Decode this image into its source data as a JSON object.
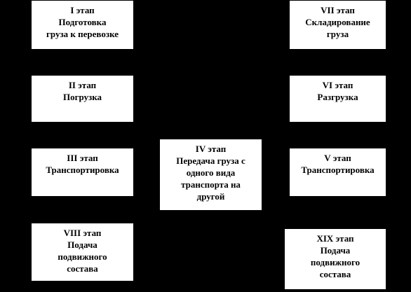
{
  "stages": [
    {
      "id": "stage-1",
      "lines": [
        "I этап",
        "Подготовка",
        "груза к перевозке"
      ]
    },
    {
      "id": "stage-2",
      "lines": [
        "II этап",
        "Погрузка"
      ]
    },
    {
      "id": "stage-3",
      "lines": [
        "III этап",
        "Транспортировка"
      ]
    },
    {
      "id": "stage-8",
      "lines": [
        "VIII этап",
        "Подача",
        "подвижного",
        "состава"
      ]
    },
    {
      "id": "stage-4",
      "lines": [
        "IV этап",
        "Передача груза с",
        "одного вида",
        "транспорта на",
        "другой"
      ]
    },
    {
      "id": "stage-7",
      "lines": [
        "VII этап",
        "Складирование",
        "груза"
      ]
    },
    {
      "id": "stage-6",
      "lines": [
        "VI этап",
        "Разгрузка"
      ]
    },
    {
      "id": "stage-5",
      "lines": [
        "V этап",
        "Транспортировка"
      ]
    },
    {
      "id": "stage-9",
      "lines": [
        "XIX этап",
        "Подача",
        "подвижного",
        "состава"
      ]
    }
  ],
  "colors": {
    "background": "#000000",
    "box_fill": "#ffffff",
    "text": "#000000"
  }
}
